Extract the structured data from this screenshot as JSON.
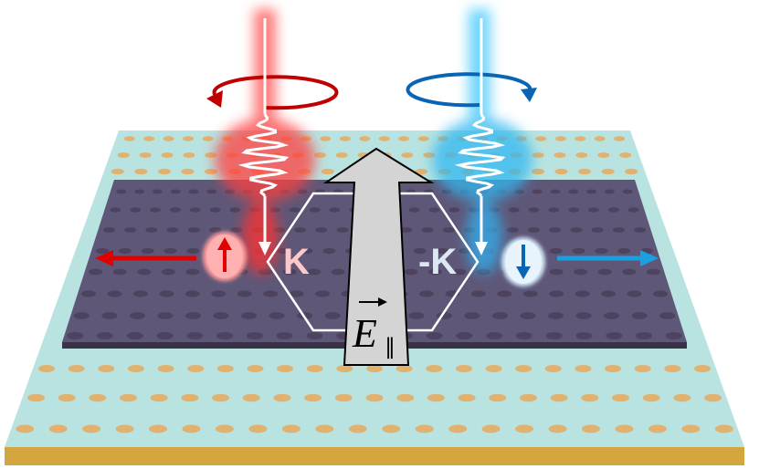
{
  "labels": {
    "k": "K",
    "minus_k": "-K",
    "field": "E",
    "field_subscript": "∥"
  },
  "colors": {
    "substrate": "#b9e3e0",
    "substrate_edge": "#d4a640",
    "dots": "#e8a85a",
    "sheet": "#5a4f72",
    "red": "#e00000",
    "dark_red": "#c00000",
    "blue": "#1a9fe0",
    "dark_blue": "#0a64b4",
    "arrow_fill": "#d4d4d4"
  }
}
